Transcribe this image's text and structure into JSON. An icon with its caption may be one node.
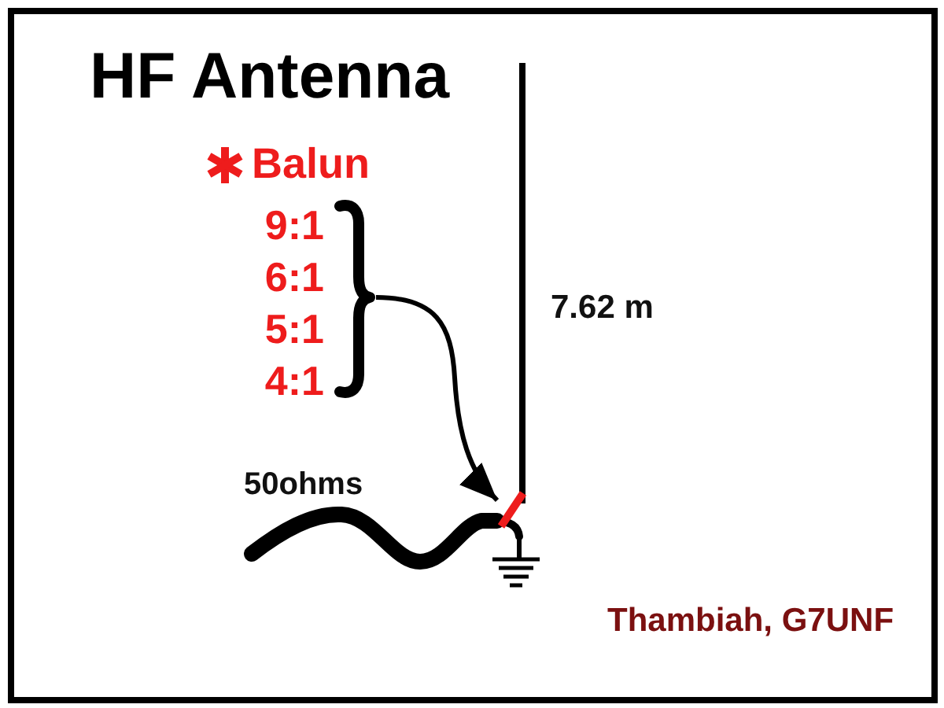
{
  "diagram": {
    "title": "HF Antenna",
    "nodes": [
      {
        "text": [
          "9:1",
          "6:1",
          "5:1",
          "4:1"
        ]
      },
      {
        "text": [],
        "shape": "bar"
      }
    ],
    "edges": [
      {
        "from": 0,
        "to": 1,
        "arrow": "to"
      }
    ],
    "labels": [
      "Balun",
      "7.62 m",
      "50ohms",
      "Thambiah, G7UNF"
    ]
  }
}
